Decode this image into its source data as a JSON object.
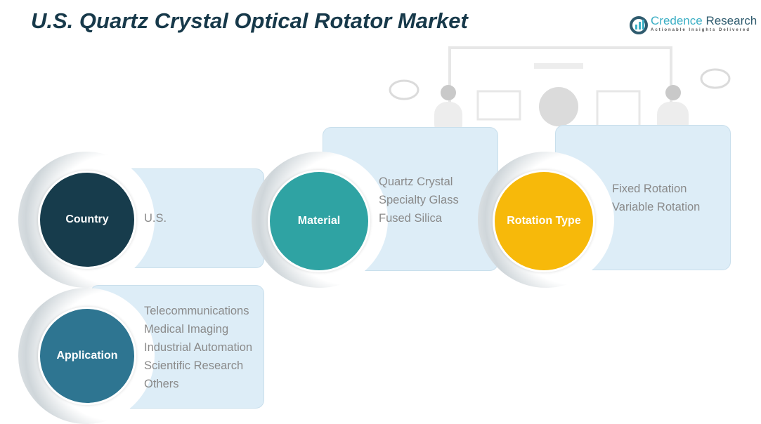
{
  "title": "U.S. Quartz Crystal Optical Rotator Market",
  "logo": {
    "brand_a": "Credence",
    "brand_b": " Research",
    "tagline": "Actionable Insights Delivered"
  },
  "segments": [
    {
      "label": "Country",
      "color": "#173c4c",
      "items": [
        "U.S."
      ]
    },
    {
      "label": "Material",
      "color": "#2fa3a3",
      "items": [
        "Quartz Crystal",
        "Specialty Glass",
        "Fused Silica"
      ]
    },
    {
      "label": "Rotation Type",
      "color": "#f7b90a",
      "items": [
        "Fixed Rotation",
        "Variable Rotation"
      ]
    },
    {
      "label": "Application",
      "color": "#2e7591",
      "items": [
        "Telecommunications",
        "Medical Imaging",
        "Industrial Automation",
        "Scientific Research",
        "Others"
      ]
    }
  ]
}
